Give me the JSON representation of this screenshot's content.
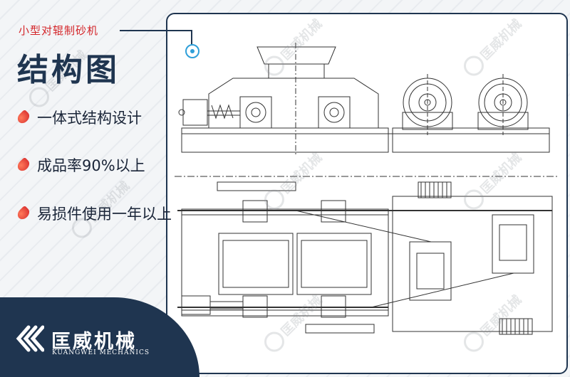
{
  "header": {
    "subtitle": "小型对辊制砂机",
    "title": "结构图"
  },
  "features": [
    {
      "text": "一体式结构设计"
    },
    {
      "text": "成品率90%以上"
    },
    {
      "text": "易损件使用一年以上"
    }
  ],
  "brand": {
    "name": "匡威机械",
    "english": "KUANGWEI MECHANICS",
    "color": "#1f3550"
  },
  "watermark": {
    "text": "匡威机械"
  },
  "colors": {
    "accent_red": "#d4262a",
    "navy": "#1f3550",
    "pin_blue": "#2f9fd9"
  }
}
